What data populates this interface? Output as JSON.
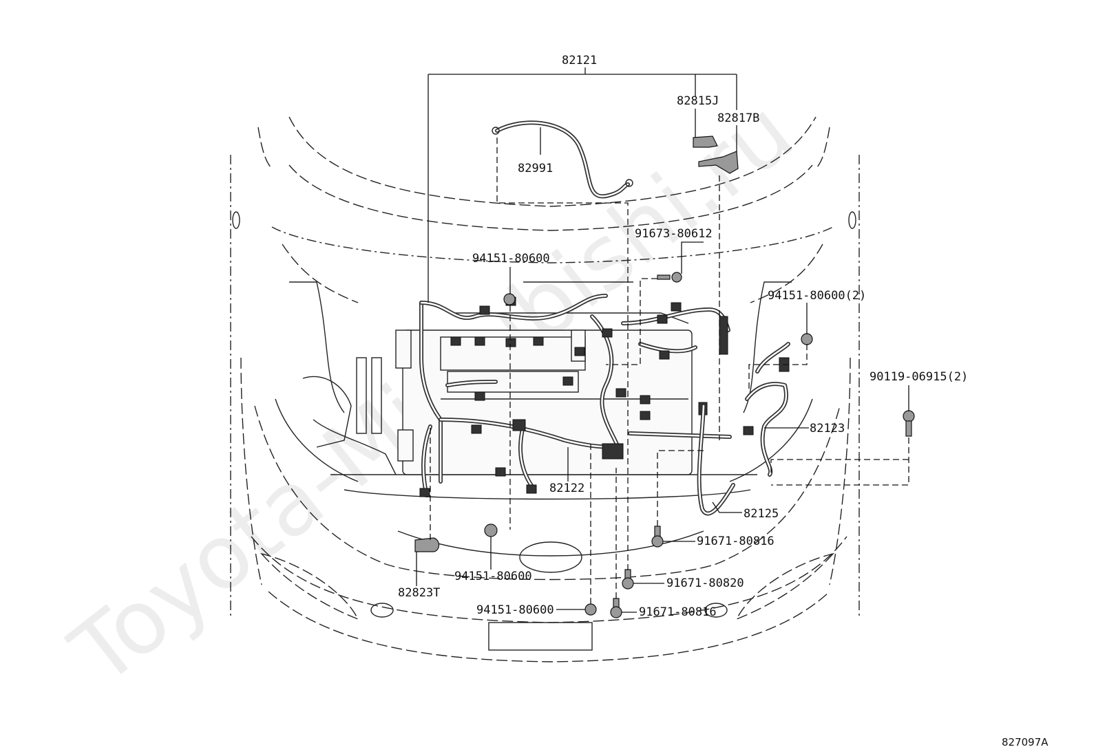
{
  "watermark": "Toyota-Mitsubishi.ru",
  "catalog_number": "827097A",
  "parts": {
    "p82121": "82121",
    "p82815J": "82815J",
    "p82817B": "82817B",
    "p82991": "82991",
    "p91673_80612": "91673-80612",
    "p94151_80600_top": "94151-80600",
    "p94151_80600_2": "94151-80600(2)",
    "p90119_06915_2": "90119-06915(2)",
    "p82123": "82123",
    "p82122": "82122",
    "p82125": "82125",
    "p91671_80816_a": "91671-80816",
    "p94151_80600_mid": "94151-80600",
    "p91671_80820": "91671-80820",
    "p82823T": "82823T",
    "p94151_80600_bot": "94151-80600",
    "p91671_80816_b": "91671-80816"
  }
}
